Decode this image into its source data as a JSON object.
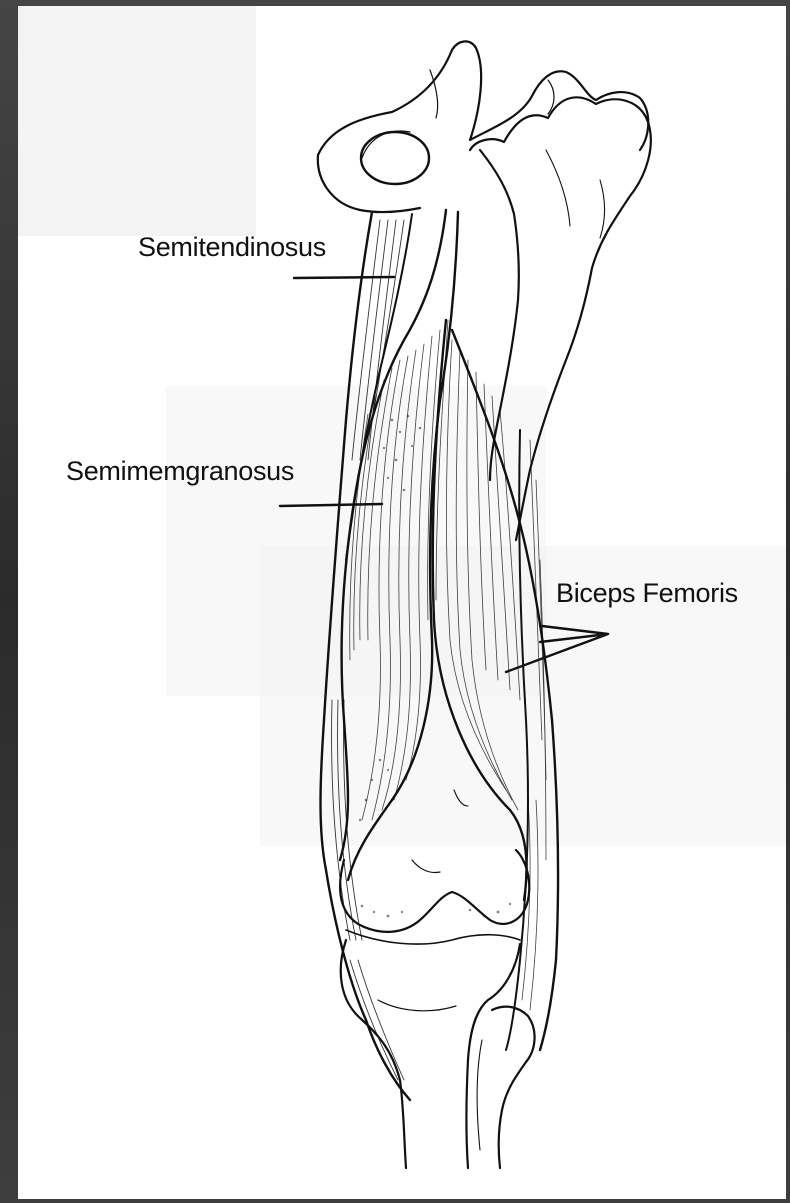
{
  "labels": {
    "semitendinosus": "Semitendinosus",
    "semimembranosus": "Semimemgranosus",
    "biceps_femoris": "Biceps Femoris"
  },
  "colors": {
    "ink": "#111111",
    "paper": "#ffffff",
    "frame": "#3a3a3a"
  }
}
